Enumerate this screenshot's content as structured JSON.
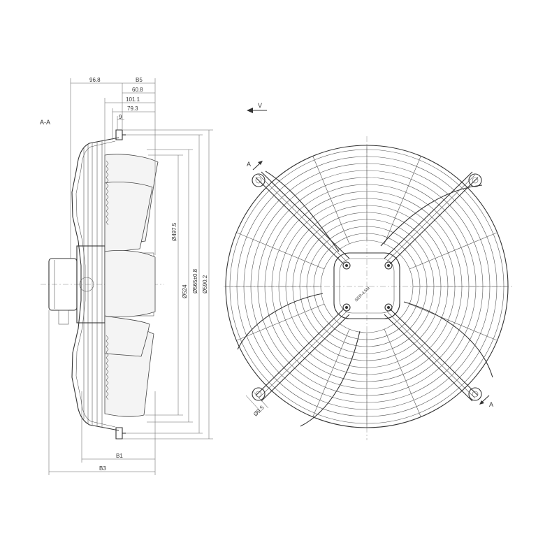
{
  "section_label": "A-A",
  "view_label": "V",
  "section_markers": [
    "A",
    "A"
  ],
  "top_dimensions": [
    "96.8",
    "B5",
    "60.8",
    "101.1",
    "79.3",
    "9"
  ],
  "bottom_dimensions": [
    "B1",
    "B3"
  ],
  "vertical_dimensions": [
    "Ø497.5",
    "Ø524",
    "Ø565±0.8",
    "Ø590.2"
  ],
  "hole_dimension": "Ø9.5",
  "hub_marking": "SER-4,5M"
}
